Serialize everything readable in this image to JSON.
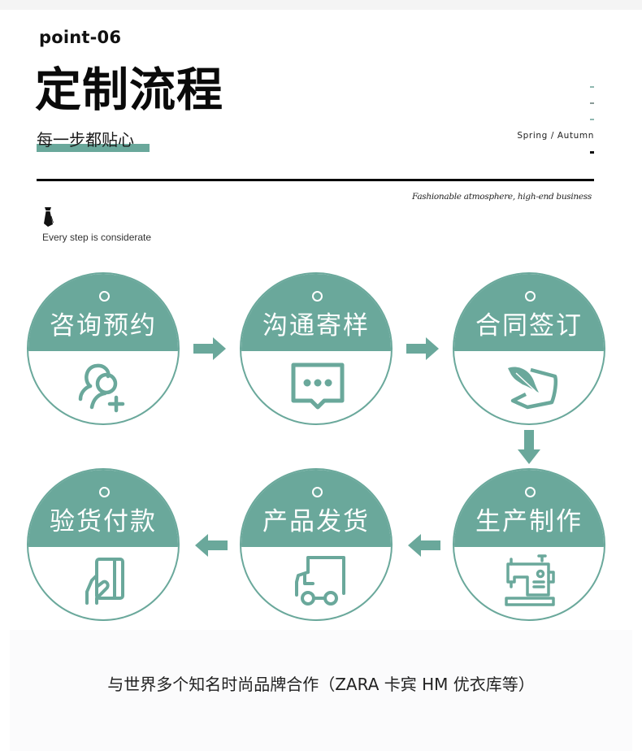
{
  "header": {
    "point_label": "point-06",
    "title": "定制流程",
    "subtitle": "每一步都贴心",
    "season": "Spring / Autumn",
    "script_text": "Fashionable atmosphere, high-end business",
    "tagline": "Every step is considerate",
    "icons": {
      "tie": "tie-icon"
    }
  },
  "colors": {
    "accent": "#6aa89b",
    "text": "#111111",
    "divider": "#0a0a0a",
    "top_strip": "#f4f4f4",
    "panel": "#fbfbfc"
  },
  "steps": [
    {
      "order": 1,
      "label": "咨询预约",
      "icon": "add-user-icon"
    },
    {
      "order": 2,
      "label": "沟通寄样",
      "icon": "chat-bubble-icon"
    },
    {
      "order": 3,
      "label": "合同签订",
      "icon": "quill-contract-icon"
    },
    {
      "order": 4,
      "label": "生产制作",
      "icon": "sewing-machine-icon"
    },
    {
      "order": 5,
      "label": "产品发货",
      "icon": "delivery-truck-icon"
    },
    {
      "order": 6,
      "label": "验货付款",
      "icon": "card-payment-icon"
    }
  ],
  "arrows": [
    {
      "from": 1,
      "to": 2,
      "direction": "right"
    },
    {
      "from": 2,
      "to": 3,
      "direction": "right"
    },
    {
      "from": 3,
      "to": 4,
      "direction": "down"
    },
    {
      "from": 4,
      "to": 5,
      "direction": "left"
    },
    {
      "from": 5,
      "to": 6,
      "direction": "left"
    }
  ],
  "footer": {
    "text": "与世界多个知名时尚品牌合作（ZARA 卡宾 HM 优衣库等）"
  }
}
